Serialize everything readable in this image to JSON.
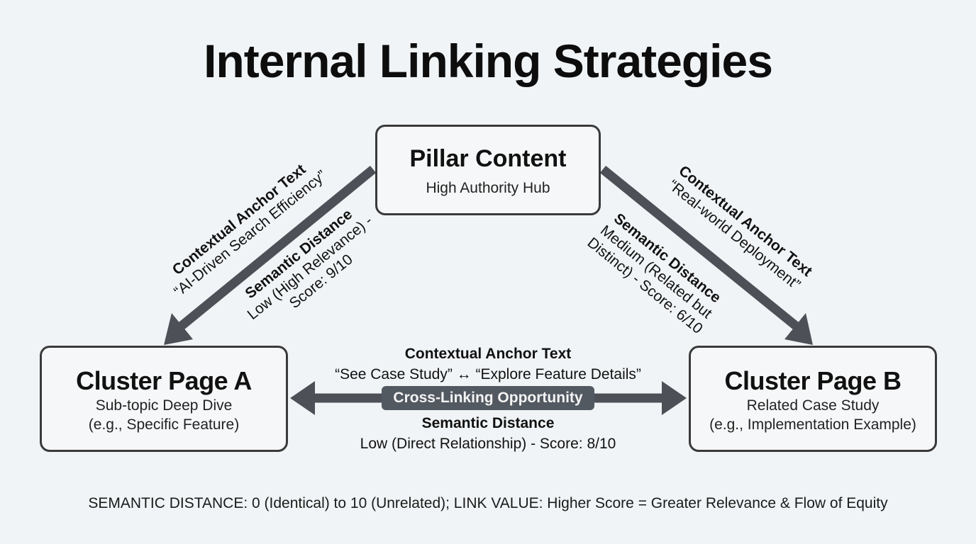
{
  "title": "Internal Linking Strategies",
  "nodes": {
    "pillar": {
      "title": "Pillar Content",
      "subtitle": "High Authority Hub"
    },
    "cluster_a": {
      "title": "Cluster Page A",
      "line1": "Sub-topic Deep Dive",
      "line2": "(e.g., Specific Feature)"
    },
    "cluster_b": {
      "title": "Cluster Page B",
      "line1": "Related Case Study",
      "line2": "(e.g., Implementation Example)"
    }
  },
  "links": {
    "pillar_to_a": {
      "anchor_heading": "Contextual Anchor Text",
      "anchor_text": "“AI-Driven Search Efficiency”",
      "distance_heading": "Semantic Distance",
      "distance_line1": "Low (High Relevance) -",
      "distance_line2": "Score: 9/10"
    },
    "pillar_to_b": {
      "anchor_heading": "Contextual Anchor Text",
      "anchor_text": "“Real-world Deployment”",
      "distance_heading": "Semantic Distance",
      "distance_line1": "Medium (Related but",
      "distance_line2": "Distinct) - Score: 6/10"
    },
    "a_to_b": {
      "anchor_heading": "Contextual Anchor Text",
      "anchor_text": "“See Case Study” ↔ “Explore Feature Details”",
      "badge": "Cross-Linking Opportunity",
      "distance_heading": "Semantic Distance",
      "distance_text": "Low (Direct Relationship) - Score: 8/10"
    }
  },
  "footer": "SEMANTIC DISTANCE: 0 (Identical) to 10 (Unrelated); LINK VALUE: Higher Score = Greater Relevance & Flow of Equity",
  "colors": {
    "arrow": "#4d5157",
    "badge": "#525961",
    "background": "#f1f4f6",
    "node_border": "#3a3a3a"
  }
}
